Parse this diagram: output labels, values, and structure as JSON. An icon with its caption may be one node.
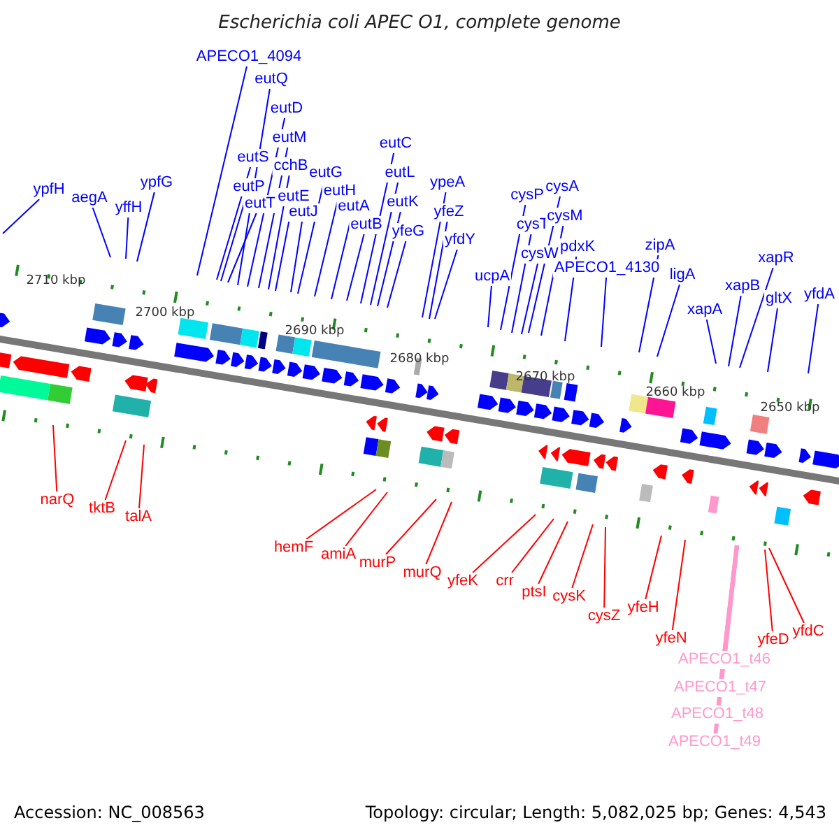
{
  "diagram": {
    "title": "Escherichia coli APEC O1, complete genome",
    "nodes": [
      {
        "text": [
          "ypfH"
        ]
      },
      {
        "text": [
          "aegA"
        ]
      },
      {
        "text": [
          "yffH"
        ]
      },
      {
        "text": [
          "ypfG"
        ]
      },
      {
        "text": [
          "APECO1_4094"
        ]
      },
      {
        "text": [
          "eutQ"
        ]
      },
      {
        "text": [
          "eutD"
        ]
      },
      {
        "text": [
          "eutM"
        ]
      },
      {
        "text": [
          "eutS"
        ]
      },
      {
        "text": [
          "cchB"
        ]
      },
      {
        "text": [
          "eutP"
        ]
      },
      {
        "text": [
          "eutG"
        ]
      },
      {
        "text": [
          "eutT"
        ]
      },
      {
        "text": [
          "eutE"
        ]
      },
      {
        "text": [
          "eutH"
        ]
      },
      {
        "text": [
          "eutJ"
        ]
      },
      {
        "text": [
          "eutA"
        ]
      },
      {
        "text": [
          "eutB"
        ]
      },
      {
        "text": [
          "eutC"
        ]
      },
      {
        "text": [
          "eutL"
        ]
      },
      {
        "text": [
          "eutK"
        ]
      },
      {
        "text": [
          "yfeG"
        ]
      },
      {
        "text": [
          "ypeA"
        ]
      },
      {
        "text": [
          "yfeZ"
        ]
      },
      {
        "text": [
          "yfdY"
        ]
      },
      {
        "text": [
          "ucpA"
        ]
      },
      {
        "text": [
          "cysP"
        ]
      },
      {
        "text": [
          "cysA"
        ]
      },
      {
        "text": [
          "cysT"
        ]
      },
      {
        "text": [
          "cysM"
        ]
      },
      {
        "text": [
          "cysW"
        ]
      },
      {
        "text": [
          "pdxK"
        ]
      },
      {
        "text": [
          "APECO1_4130"
        ]
      },
      {
        "text": [
          "zipA"
        ]
      },
      {
        "text": [
          "ligA"
        ]
      },
      {
        "text": [
          "xapR"
        ]
      },
      {
        "text": [
          "xapB"
        ]
      },
      {
        "text": [
          "gltX"
        ]
      },
      {
        "text": [
          "xapA"
        ]
      },
      {
        "text": [
          "yfdA"
        ]
      },
      {
        "text": [
          "narQ"
        ]
      },
      {
        "text": [
          "tktB"
        ]
      },
      {
        "text": [
          "talA"
        ]
      },
      {
        "text": [
          "hemF"
        ]
      },
      {
        "text": [
          "amiA"
        ]
      },
      {
        "text": [
          "murP"
        ]
      },
      {
        "text": [
          "murQ"
        ]
      },
      {
        "text": [
          "yfeK"
        ]
      },
      {
        "text": [
          "crr"
        ]
      },
      {
        "text": [
          "ptsI"
        ]
      },
      {
        "text": [
          "cysK"
        ]
      },
      {
        "text": [
          "cysZ"
        ]
      },
      {
        "text": [
          "yfeH"
        ]
      },
      {
        "text": [
          "yfeN"
        ]
      },
      {
        "text": [
          "APECO1_t46"
        ]
      },
      {
        "text": [
          "APECO1_t47"
        ]
      },
      {
        "text": [
          "APECO1_t48"
        ]
      },
      {
        "text": [
          "APECO1_t49"
        ]
      },
      {
        "text": [
          "yfeD"
        ]
      },
      {
        "text": [
          "yfdC"
        ]
      }
    ],
    "edges": [
      {
        "from": 0,
        "to": null,
        "arrow": "none"
      },
      {
        "from": 1,
        "to": null,
        "arrow": "none"
      },
      {
        "from": 2,
        "to": null,
        "arrow": "none"
      },
      {
        "from": 3,
        "to": null,
        "arrow": "none"
      },
      {
        "from": 4,
        "to": null,
        "arrow": "none"
      },
      {
        "from": 5,
        "to": null,
        "arrow": "none"
      },
      {
        "from": 6,
        "to": null,
        "arrow": "none"
      },
      {
        "from": 7,
        "to": null,
        "arrow": "none"
      },
      {
        "from": 8,
        "to": null,
        "arrow": "none"
      },
      {
        "from": 9,
        "to": null,
        "arrow": "none"
      },
      {
        "from": 10,
        "to": null,
        "arrow": "none"
      },
      {
        "from": 11,
        "to": null,
        "arrow": "none"
      },
      {
        "from": 12,
        "to": null,
        "arrow": "none"
      },
      {
        "from": 13,
        "to": null,
        "arrow": "none"
      },
      {
        "from": 14,
        "to": null,
        "arrow": "none"
      },
      {
        "from": 15,
        "to": null,
        "arrow": "none"
      },
      {
        "from": 16,
        "to": null,
        "arrow": "none"
      },
      {
        "from": 17,
        "to": null,
        "arrow": "none"
      },
      {
        "from": 18,
        "to": null,
        "arrow": "none"
      },
      {
        "from": 19,
        "to": null,
        "arrow": "none"
      },
      {
        "from": 20,
        "to": null,
        "arrow": "none"
      },
      {
        "from": 21,
        "to": null,
        "arrow": "none"
      },
      {
        "from": 22,
        "to": null,
        "arrow": "none"
      },
      {
        "from": 23,
        "to": null,
        "arrow": "none"
      },
      {
        "from": 24,
        "to": null,
        "arrow": "none"
      },
      {
        "from": 25,
        "to": null,
        "arrow": "none"
      },
      {
        "from": 26,
        "to": null,
        "arrow": "none"
      },
      {
        "from": 27,
        "to": null,
        "arrow": "none"
      },
      {
        "from": 28,
        "to": null,
        "arrow": "none"
      },
      {
        "from": 29,
        "to": null,
        "arrow": "none"
      },
      {
        "from": 30,
        "to": null,
        "arrow": "none"
      },
      {
        "from": 31,
        "to": null,
        "arrow": "none"
      },
      {
        "from": 32,
        "to": null,
        "arrow": "none"
      },
      {
        "from": 33,
        "to": null,
        "arrow": "none"
      },
      {
        "from": 34,
        "to": null,
        "arrow": "none"
      },
      {
        "from": 35,
        "to": null,
        "arrow": "none"
      },
      {
        "from": 36,
        "to": null,
        "arrow": "none"
      },
      {
        "from": 37,
        "to": null,
        "arrow": "none"
      },
      {
        "from": 38,
        "to": null,
        "arrow": "none"
      },
      {
        "from": 39,
        "to": null,
        "arrow": "none"
      },
      {
        "from": 40,
        "to": null,
        "arrow": "none",
        "color": "#ff0000"
      },
      {
        "from": 41,
        "to": null,
        "arrow": "none",
        "color": "#ff0000"
      },
      {
        "from": 42,
        "to": null,
        "arrow": "none",
        "color": "#ff0000"
      },
      {
        "from": 43,
        "to": null,
        "arrow": "none",
        "color": "#ff0000"
      },
      {
        "from": 44,
        "to": null,
        "arrow": "none",
        "color": "#ff0000"
      },
      {
        "from": 45,
        "to": null,
        "arrow": "none",
        "color": "#ff0000"
      },
      {
        "from": 46,
        "to": null,
        "arrow": "none",
        "color": "#ff0000"
      },
      {
        "from": 47,
        "to": null,
        "arrow": "none",
        "color": "#ff0000"
      },
      {
        "from": 48,
        "to": null,
        "arrow": "none",
        "color": "#ff0000"
      },
      {
        "from": 49,
        "to": null,
        "arrow": "none",
        "color": "#ff0000"
      },
      {
        "from": 50,
        "to": null,
        "arrow": "none",
        "color": "#ff0000"
      },
      {
        "from": 51,
        "to": null,
        "arrow": "none",
        "color": "#ff0000"
      },
      {
        "from": 52,
        "to": null,
        "arrow": "none",
        "color": "#ff0000"
      },
      {
        "from": 53,
        "to": null,
        "arrow": "none",
        "color": "#ff0000"
      },
      {
        "from": 54,
        "to": null,
        "arrow": "none",
        "style": "thick",
        "color": "#ff99cc"
      },
      {
        "from": 55,
        "to": null,
        "arrow": "none",
        "style": "thick",
        "color": "#ff99cc"
      },
      {
        "from": 56,
        "to": null,
        "arrow": "none",
        "style": "thick",
        "color": "#ff99cc"
      },
      {
        "from": 57,
        "to": null,
        "arrow": "none",
        "style": "thick",
        "color": "#ff99cc"
      },
      {
        "from": 58,
        "to": null,
        "arrow": "none",
        "color": "#ff0000"
      },
      {
        "from": 59,
        "to": null,
        "arrow": "none",
        "color": "#ff0000"
      }
    ],
    "labels": [
      "2710 kbp",
      "2700 kbp",
      "2690 kbp",
      "2680 kbp",
      "2670 kbp",
      "2660 kbp",
      "2650 kbp",
      "Accession: NC_008563",
      "Topology: circular; Length: 5,082,025 bp; Genes: 4,543"
    ]
  }
}
